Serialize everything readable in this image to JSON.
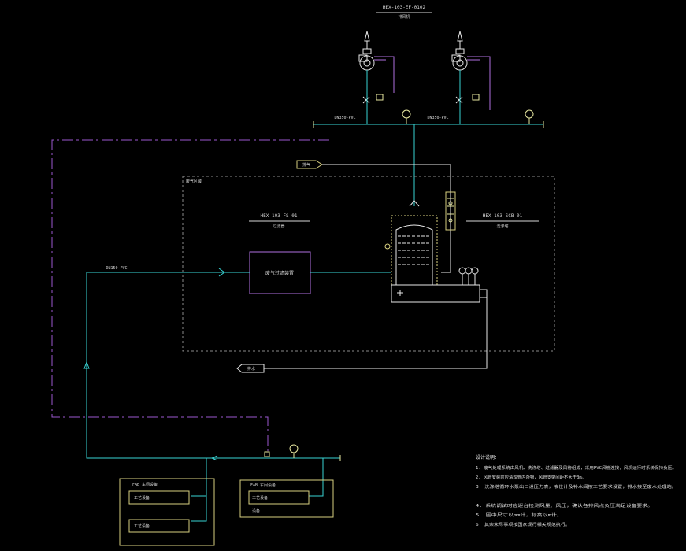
{
  "colors": {
    "background": "#000000",
    "pipe": "#38d4d4",
    "boundary": "#9b59d0",
    "equipment": "#e8e8e8",
    "module": "#d8d080",
    "instrument": "#e8e8a0",
    "fan_purple": "#b070e0",
    "text": "#d8d8d8",
    "dashed_box": "#8a8a8a"
  },
  "labels": {
    "fan_tag": "HEX-103-EF-0102",
    "fan_sub": "排风机",
    "main_pipe_left": "DN350-PVC",
    "main_pipe_right": "DN350-PVC",
    "inlet_arrow": "排气",
    "zone_label": "废气区域",
    "filter_tag": "HEX-103-FS-01",
    "filter_sub": "过滤器",
    "scrubber_tag": "HEX-103-SCB-01",
    "scrubber_sub": "洗涤塔",
    "filter_box": "废气过滤装置",
    "side_pipe": "DN150-PVC",
    "drain_arrow": "排水",
    "tool_a_title": "FAB 车间设备",
    "tool_a_row1": "工艺设备",
    "tool_a_row2": "工艺设备",
    "tool_b_title": "FAB 车间设备",
    "tool_b_row1": "工艺设备",
    "tool_b_row2": "设备"
  },
  "notes": {
    "title": "设计说明：",
    "lines": [
      "1. 废气处理系统由风机、洗涤塔、过滤器及风管组成，采用PVC风管连接，风机运行时系统保持负压。",
      "2. 风管安装前应清理管内杂物，风管支架间距不大于3m。",
      "3. 洗涤塔循环水泵出口设压力表，液位计及补水阀按工艺要求设置，排水接至废水处理站。",
      "4. 系统调试时应逐台检测风量、风压，确认各排风点负压满足设备要求。",
      "5. 图中尺寸以mm计，标高以m计。",
      "6. 其余未尽事项按国家现行相关规范执行。"
    ]
  }
}
